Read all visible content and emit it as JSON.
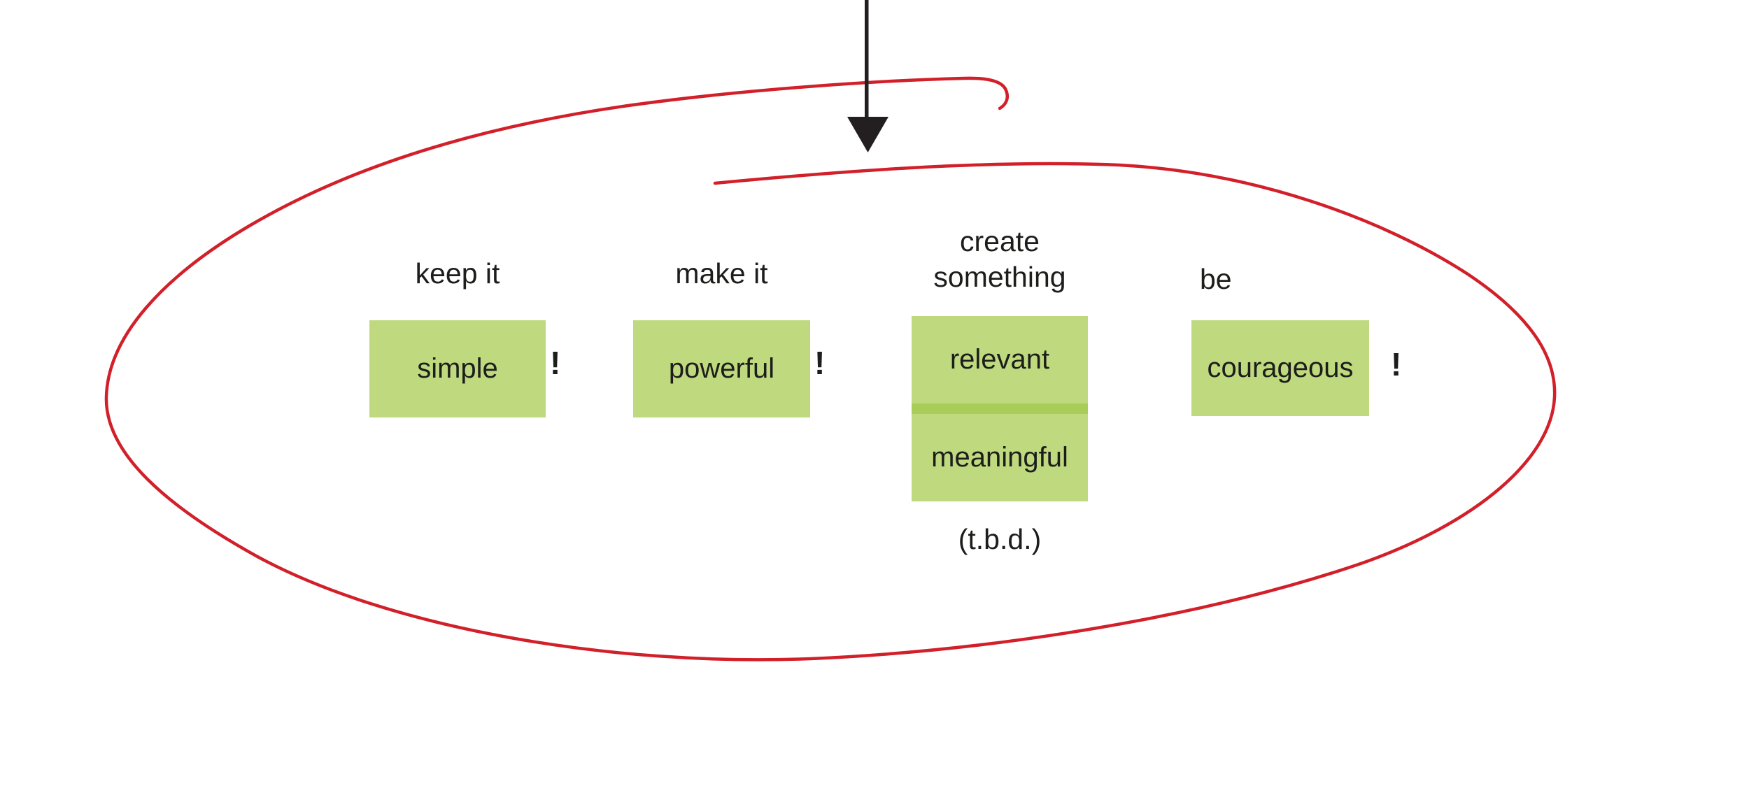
{
  "title": "keep it simple diagram",
  "colors": {
    "background": "#ffffff",
    "box_green": "#bed97e",
    "divider_green": "#a9cc5b",
    "ellipse_red": "#d2202a",
    "arrow_black": "#231f20",
    "text_black": "#1d1d1b"
  },
  "icons": {
    "down_arrow": "down-arrow",
    "red_circle": "hand-drawn-ellipse-annotation"
  },
  "groups": [
    {
      "header": "keep it",
      "box": "simple",
      "suffix": "!"
    },
    {
      "header": "make it",
      "box": "powerful",
      "suffix": "!"
    },
    {
      "header": "create something",
      "boxes": [
        "relevant",
        "meaningful"
      ],
      "note": "(t.b.d.)"
    },
    {
      "header": "be",
      "box": "courageous",
      "suffix": "!"
    }
  ]
}
